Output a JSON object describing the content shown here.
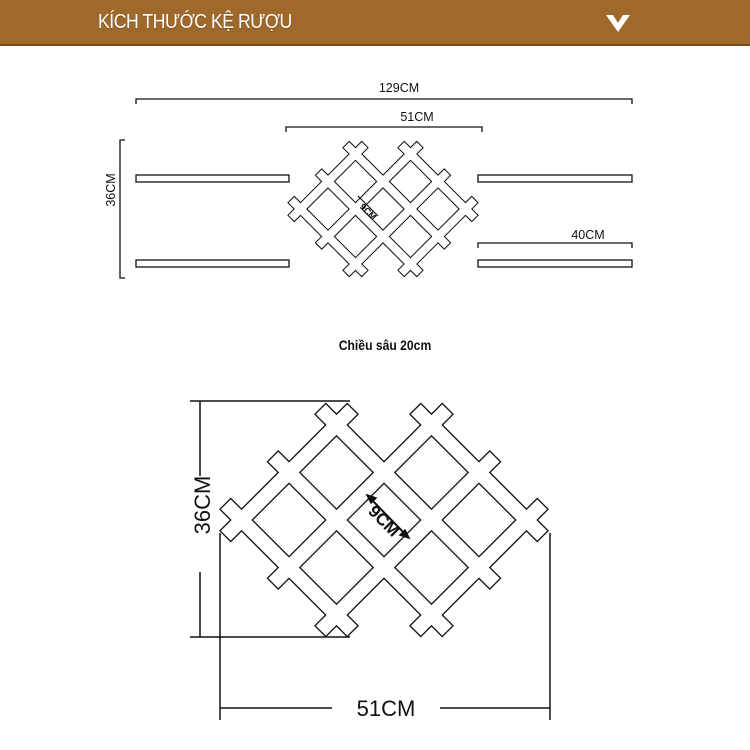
{
  "header": {
    "title": "KÍCH THƯỚC KỆ RƯỢU",
    "toggle_icon": "chevron-down-icon",
    "background_color": "#A0692C"
  },
  "top_diagram": {
    "total_width_label": "129CM",
    "rack_width_label": "51CM",
    "height_label": "36CM",
    "shelf_width_label": "40CM",
    "cell_label": "9CM"
  },
  "depth_label": "Chiều sâu 20cm",
  "bottom_diagram": {
    "height_label": "36CM",
    "width_label": "51CM",
    "cell_label": "9CM"
  }
}
